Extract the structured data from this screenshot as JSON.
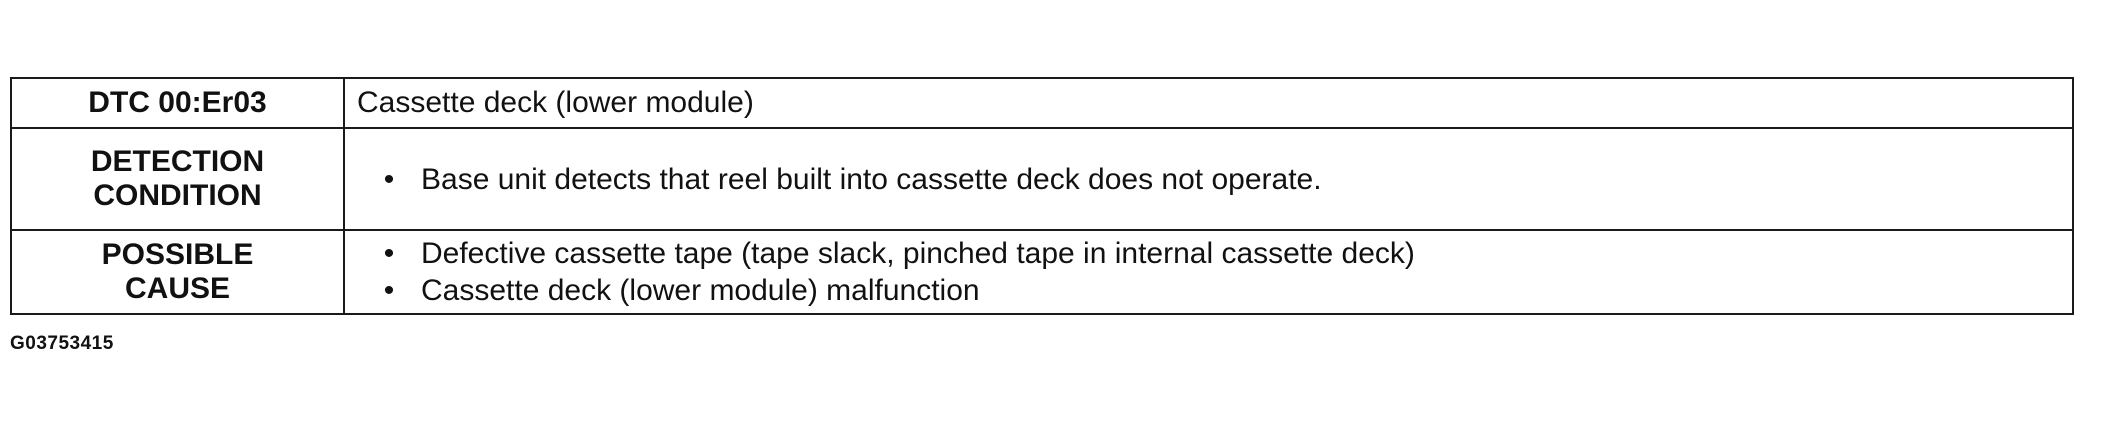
{
  "table": {
    "rows": [
      {
        "label": "DTC 00:Er03",
        "value": "Cassette deck (lower module)"
      },
      {
        "label_lines": [
          "DETECTION",
          "CONDITION"
        ],
        "bullets": [
          "Base unit detects that reel built into cassette deck does not operate."
        ]
      },
      {
        "label_lines": [
          "POSSIBLE",
          "CAUSE"
        ],
        "bullets": [
          "Defective cassette tape (tape slack, pinched tape in internal cassette deck)",
          "Cassette deck (lower module) malfunction"
        ]
      }
    ],
    "bullet_glyph": "•"
  },
  "figure_id": "G03753415"
}
